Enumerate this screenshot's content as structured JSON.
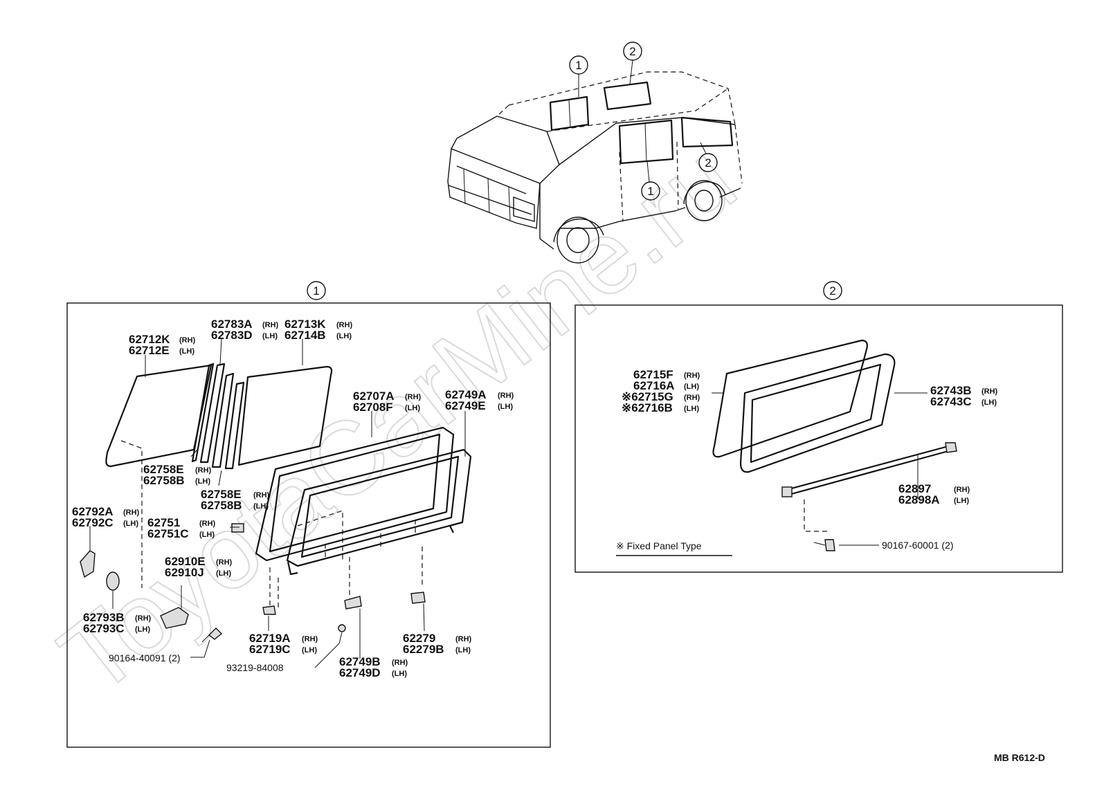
{
  "watermark": "ToyotaCarMine.ru",
  "drawing_code": "MB R612-D",
  "overview": {
    "callouts": [
      {
        "id": "roof-front",
        "label": "1"
      },
      {
        "id": "roof-rear",
        "label": "2"
      },
      {
        "id": "side-rear",
        "label": "2"
      },
      {
        "id": "side-front",
        "label": "1"
      }
    ]
  },
  "panel1": {
    "heading": "1",
    "labels": {
      "p62712_1": "62712K",
      "p62712_1s": "(RH)",
      "p62712_2": "62712E",
      "p62712_2s": "(LH)",
      "p62783_1": "62783A",
      "p62783_1s": "(RH)",
      "p62783_2": "62783D",
      "p62783_2s": "(LH)",
      "p62713_1": "62713K",
      "p62713_1s": "(RH)",
      "p62713_2": "62714B",
      "p62713_2s": "(LH)",
      "p62707_1": "62707A",
      "p62707_1s": "(RH)",
      "p62707_2": "62708F",
      "p62707_2s": "(LH)",
      "p62749a_1": "62749A",
      "p62749a_1s": "(RH)",
      "p62749a_2": "62749E",
      "p62749a_2s": "(LH)",
      "p62758a_1": "62758E",
      "p62758a_1s": "(RH)",
      "p62758a_2": "62758B",
      "p62758a_2s": "(LH)",
      "p62758b_1": "62758E",
      "p62758b_1s": "(RH)",
      "p62758b_2": "62758B",
      "p62758b_2s": "(LH)",
      "p62792_1": "62792A",
      "p62792_1s": "(RH)",
      "p62792_2": "62792C",
      "p62792_2s": "(LH)",
      "p62751_1": "62751",
      "p62751_1s": "(RH)",
      "p62751_2": "62751C",
      "p62751_2s": "(LH)",
      "p62910_1": "62910E",
      "p62910_1s": "(RH)",
      "p62910_2": "62910J",
      "p62910_2s": "(LH)",
      "p62793_1": "62793B",
      "p62793_1s": "(RH)",
      "p62793_2": "62793C",
      "p62793_2s": "(LH)",
      "p62719_1": "62719A",
      "p62719_1s": "(RH)",
      "p62719_2": "62719C",
      "p62719_2s": "(LH)",
      "p62279_1": "62279",
      "p62279_1s": "(RH)",
      "p62279_2": "62279B",
      "p62279_2s": "(LH)",
      "p62749b_1": "62749B",
      "p62749b_1s": "(RH)",
      "p62749b_2": "62749D",
      "p62749b_2s": "(LH)",
      "screw1": "90164-40091 (2)",
      "clip1": "93219-84008"
    }
  },
  "panel2": {
    "heading": "2",
    "labels": {
      "p62715_1": "62715F",
      "p62715_1s": "(RH)",
      "p62715_2": "62716A",
      "p62715_2s": "(LH)",
      "p62715_3": "※62715G",
      "p62715_3s": "(RH)",
      "p62715_4": "※62716B",
      "p62715_4s": "(LH)",
      "p62743_1": "62743B",
      "p62743_1s": "(RH)",
      "p62743_2": "62743C",
      "p62743_2s": "(LH)",
      "p62897_1": "62897",
      "p62897_1s": "(RH)",
      "p62897_2": "62898A",
      "p62897_2s": "(LH)",
      "screw2": "90167-60001 (2)",
      "note": "※ Fixed Panel Type"
    }
  }
}
